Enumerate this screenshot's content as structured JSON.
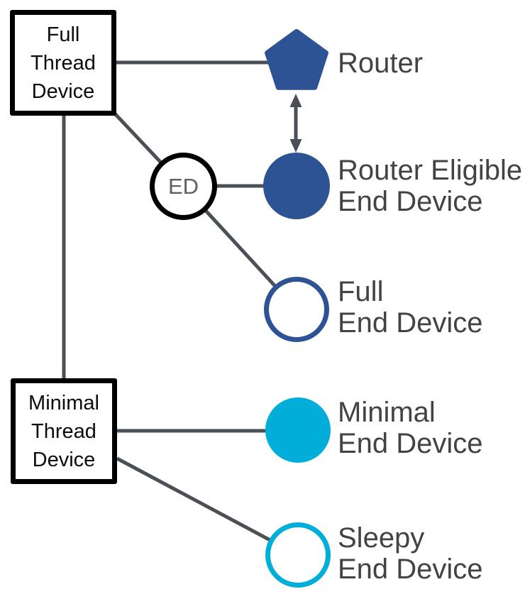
{
  "colors": {
    "background": "#ffffff",
    "blue": "#2d5394",
    "cyan": "#00aeda",
    "line": "#4a5056",
    "label_text": "#434343",
    "box_text": "#0d0d0d",
    "box_border": "#000000",
    "ed_text": "#5a6064"
  },
  "boxes": {
    "full_thread_device": {
      "lines": [
        "Full",
        "Thread",
        "Device"
      ]
    },
    "minimal_thread_device": {
      "lines": [
        "Minimal",
        "Thread",
        "Device"
      ]
    }
  },
  "ed_badge": {
    "label": "ED"
  },
  "nodes": {
    "router": {
      "shape": "pentagon-filled-blue",
      "lines": [
        "Router"
      ]
    },
    "router_eligible_end_device": {
      "shape": "circle-filled-blue",
      "lines": [
        "Router Eligible",
        "End Device"
      ]
    },
    "full_end_device": {
      "shape": "circle-outline-blue",
      "lines": [
        "Full",
        "End Device"
      ]
    },
    "minimal_end_device": {
      "shape": "circle-filled-cyan",
      "lines": [
        "Minimal",
        "End Device"
      ]
    },
    "sleepy_end_device": {
      "shape": "circle-outline-cyan",
      "lines": [
        "Sleepy",
        "End Device"
      ]
    }
  },
  "edges": [
    {
      "from": "full_thread_device",
      "to": "router",
      "style": "plain"
    },
    {
      "from": "full_thread_device",
      "to": "minimal_thread_device",
      "style": "plain"
    },
    {
      "from": "full_thread_device",
      "to": "ed_badge",
      "style": "plain"
    },
    {
      "from": "ed_badge",
      "to": "router_eligible_end_device",
      "style": "plain"
    },
    {
      "from": "ed_badge",
      "to": "full_end_device",
      "style": "plain"
    },
    {
      "from": "router",
      "to": "router_eligible_end_device",
      "style": "double-arrow"
    },
    {
      "from": "minimal_thread_device",
      "to": "minimal_end_device",
      "style": "plain"
    },
    {
      "from": "minimal_thread_device",
      "to": "sleepy_end_device",
      "style": "plain"
    }
  ]
}
